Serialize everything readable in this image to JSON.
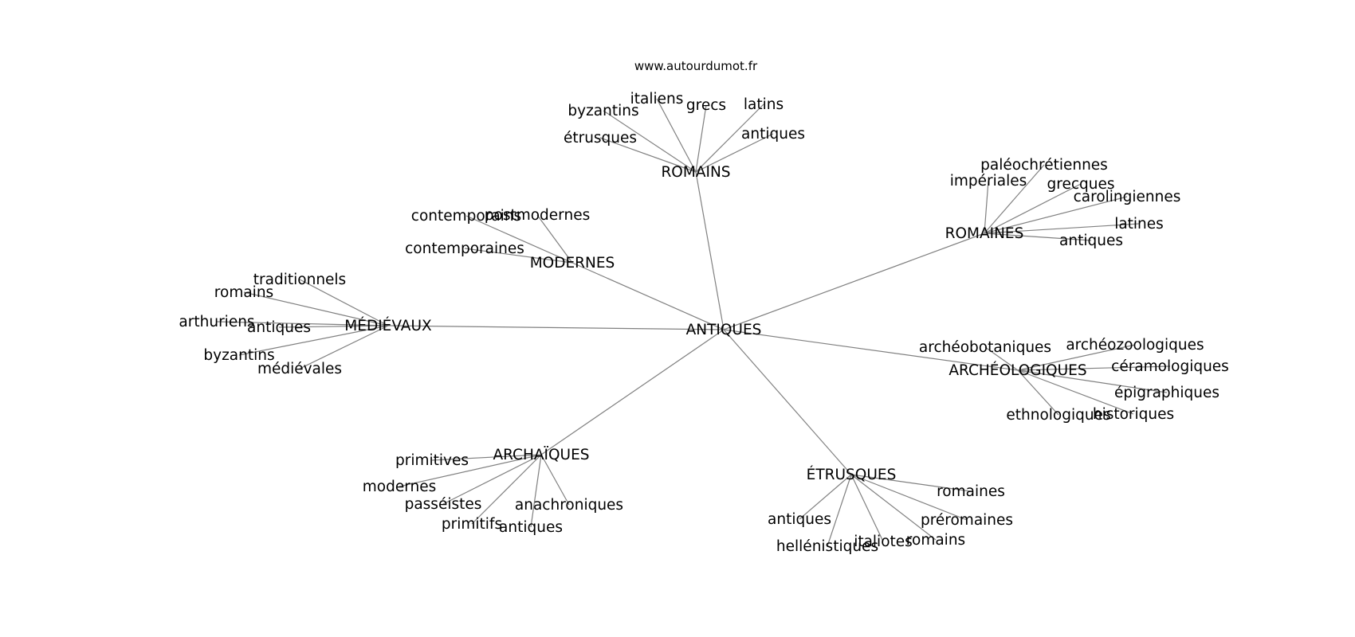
{
  "site": "www.autourdumot.fr",
  "center": "ANTIQUES",
  "groups": [
    {
      "id": "romains",
      "label": "ROMAINS",
      "words": [
        "italiens",
        "grecs",
        "latins",
        "byzantins",
        "antiques",
        "étrusques"
      ]
    },
    {
      "id": "romaines",
      "label": "ROMAINES",
      "words": [
        "paléochrétiennes",
        "impériales",
        "grecques",
        "carolingiennes",
        "latines",
        "antiques"
      ]
    },
    {
      "id": "modernes",
      "label": "MODERNES",
      "words": [
        "contemporains",
        "postmodernes",
        "contemporaines"
      ]
    },
    {
      "id": "medievaux",
      "label": "MÉDIÉVAUX",
      "words": [
        "traditionnels",
        "romains",
        "arthuriens",
        "antiques",
        "byzantins",
        "médiévales"
      ]
    },
    {
      "id": "archeologiques",
      "label": "ARCHÉOLOGIQUES",
      "words": [
        "archéobotaniques",
        "archéozoologiques",
        "céramologiques",
        "épigraphiques",
        "ethnologiques",
        "historiques"
      ]
    },
    {
      "id": "archaiques",
      "label": "ARCHAÏQUES",
      "words": [
        "primitives",
        "modernes",
        "passéistes",
        "anachroniques",
        "primitifs",
        "antiques"
      ]
    },
    {
      "id": "etrusques",
      "label": "ÉTRUSQUES",
      "words": [
        "romaines",
        "préromaines",
        "antiques",
        "italiotes",
        "romains",
        "hellénistiques"
      ]
    }
  ]
}
